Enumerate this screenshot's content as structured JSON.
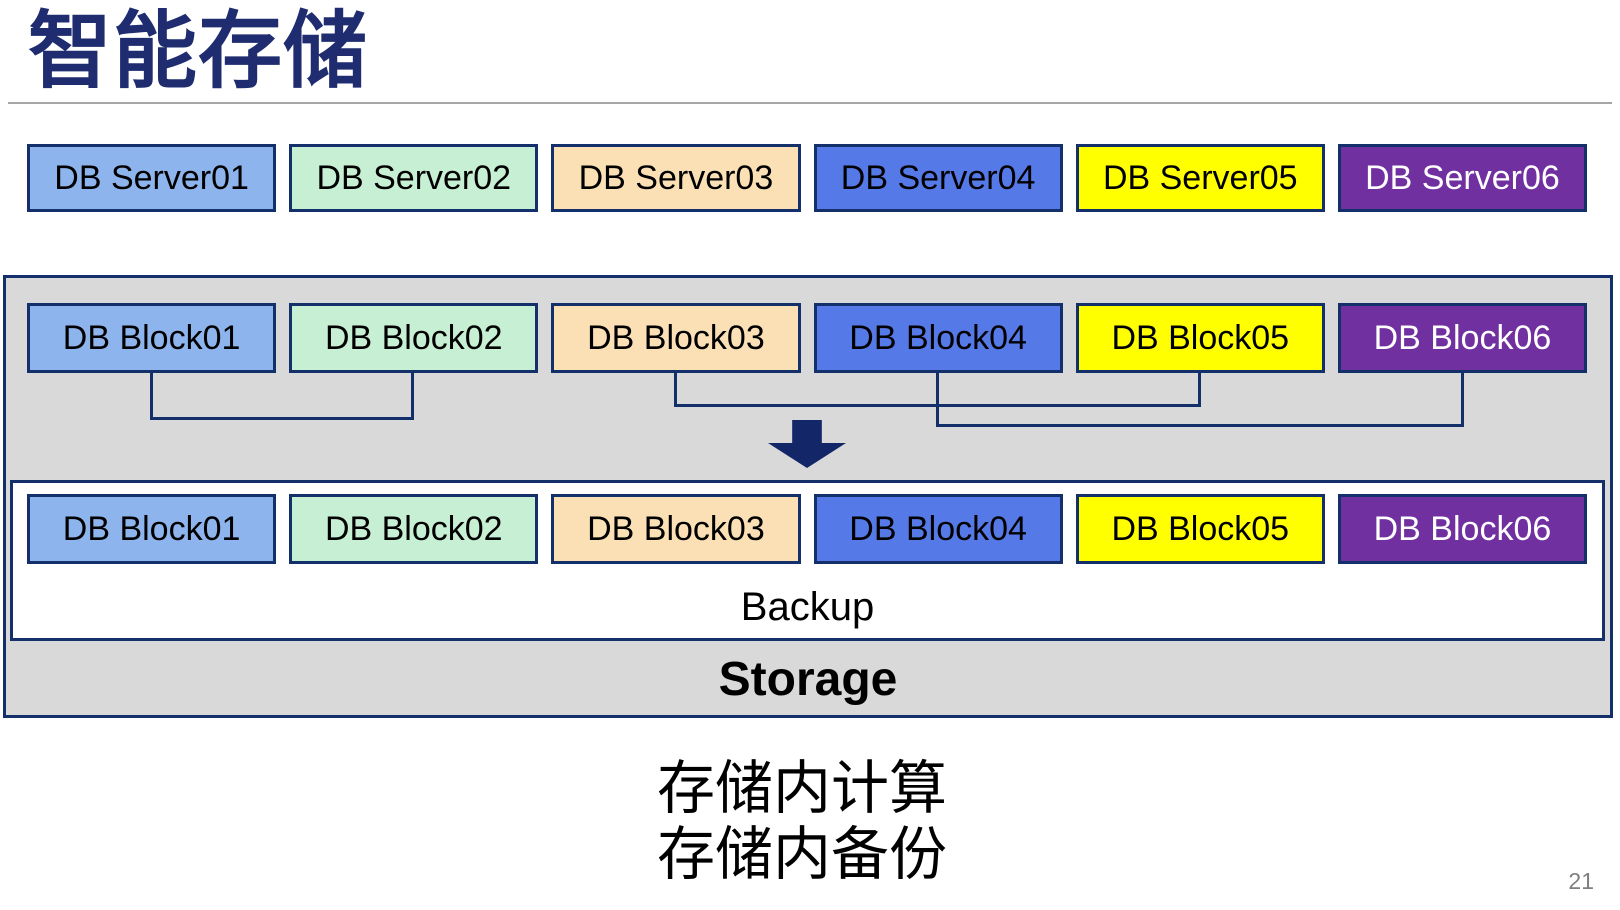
{
  "slide": {
    "title": "智能存储",
    "page_number": "21",
    "captions": [
      "存储内计算",
      "存储内备份"
    ]
  },
  "colors": {
    "title": "#1f2c6f",
    "line": "#14306a",
    "arrow": "#122668",
    "container_fill": "#d9d9d9",
    "divider": "#a6a6a6"
  },
  "server_row": [
    {
      "label": "DB Server01",
      "bg": "#8db4ec",
      "fg": "#000000"
    },
    {
      "label": "DB Server02",
      "bg": "#c6efd3",
      "fg": "#000000"
    },
    {
      "label": "DB Server03",
      "bg": "#fae0b4",
      "fg": "#000000"
    },
    {
      "label": "DB Server04",
      "bg": "#5679e8",
      "fg": "#000000"
    },
    {
      "label": "DB Server05",
      "bg": "#ffff00",
      "fg": "#000000"
    },
    {
      "label": "DB Server06",
      "bg": "#7030a0",
      "fg": "#ffffff"
    }
  ],
  "block_row": [
    {
      "label": "DB Block01",
      "bg": "#8db4ec",
      "fg": "#000000"
    },
    {
      "label": "DB Block02",
      "bg": "#c6efd3",
      "fg": "#000000"
    },
    {
      "label": "DB Block03",
      "bg": "#fae0b4",
      "fg": "#000000"
    },
    {
      "label": "DB Block04",
      "bg": "#5679e8",
      "fg": "#000000"
    },
    {
      "label": "DB Block05",
      "bg": "#ffff00",
      "fg": "#000000"
    },
    {
      "label": "DB Block06",
      "bg": "#7030a0",
      "fg": "#ffffff"
    }
  ],
  "storage_box": {
    "backup_label": "Backup",
    "storage_label": "Storage",
    "blocks": [
      {
        "label": "DB Block01",
        "bg": "#8db4ec",
        "fg": "#000000"
      },
      {
        "label": "DB Block02",
        "bg": "#c6efd3",
        "fg": "#000000"
      },
      {
        "label": "DB Block03",
        "bg": "#fae0b4",
        "fg": "#000000"
      },
      {
        "label": "DB Block04",
        "bg": "#5679e8",
        "fg": "#000000"
      },
      {
        "label": "DB Block05",
        "bg": "#ffff00",
        "fg": "#000000"
      },
      {
        "label": "DB Block06",
        "bg": "#7030a0",
        "fg": "#ffffff"
      }
    ]
  }
}
